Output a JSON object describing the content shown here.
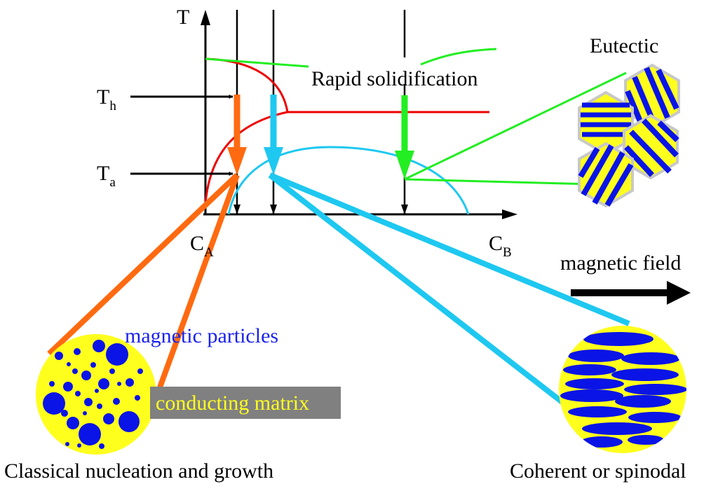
{
  "labels": {
    "t_axis": "T",
    "th_main": "T",
    "th_sub": "h",
    "ta_main": "T",
    "ta_sub": "a",
    "ca_main": "C",
    "ca_sub": "A",
    "cb_main": "C",
    "cb_sub": "B",
    "rapid_solidification": "Rapid solidification",
    "eutectic": "Eutectic",
    "magnetic_field": "magnetic field",
    "magnetic_particles": "magnetic particles",
    "conducting_matrix": "conducting matrix",
    "classical_caption": "Classical nucleation and growth",
    "coherent_caption": "Coherent or spinodal"
  },
  "colors": {
    "liquidus": "#ee0000",
    "miscibility_gap": "#1ec8f0",
    "rapid_path": "#22ee22",
    "classical_path": "#ff6a10",
    "spinodal_path": "#1ec8f0",
    "particle": "#0a14e6",
    "matrix": "#ffff1e",
    "matrix_label_bg": "#808080",
    "axis": "#000000"
  }
}
